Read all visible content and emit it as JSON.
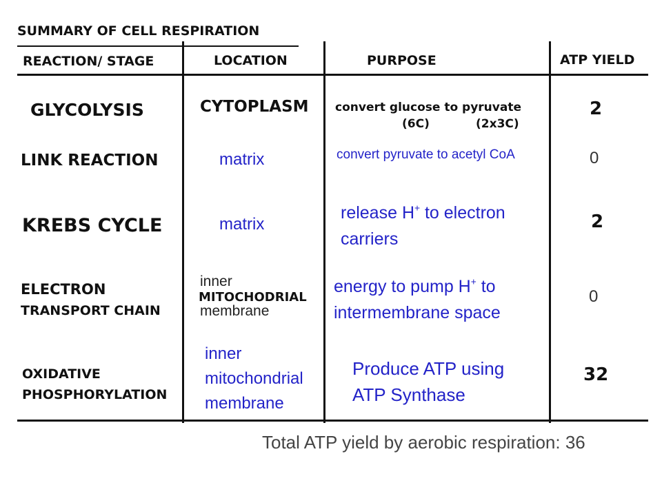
{
  "title": "SUMMARY OF CELL RESPIRATION",
  "headers": {
    "stage": "REACTION/ STAGE",
    "location": "LOCATION",
    "purpose": "PURPOSE",
    "atp": "ATP YIELD"
  },
  "rows": [
    {
      "stage": "GLYCOLYSIS",
      "location": "CYTOPLASM",
      "purpose_line1": "convert glucose to pyruvate",
      "purpose_sub1": "(6C)",
      "purpose_sub2": "(2x3C)",
      "atp": "2"
    },
    {
      "stage": "LINK REACTION",
      "location": "matrix",
      "purpose": "convert pyruvate to acetyl CoA",
      "atp": "0"
    },
    {
      "stage": "KREBS CYCLE",
      "location": "matrix",
      "purpose_pre": "release H",
      "purpose_sup": "+",
      "purpose_post": " to electron",
      "purpose_line2": "carriers",
      "atp": "2"
    },
    {
      "stage_line1": "ELECTRON",
      "stage_line2": "TRANSPORT CHAIN",
      "location_line1": "inner",
      "location_line2": "MITOCHODRIAL",
      "location_line3": "membrane",
      "purpose_pre": "energy to pump H",
      "purpose_sup": "+",
      "purpose_post": " to",
      "purpose_line2": "intermembrane space",
      "atp": "0"
    },
    {
      "stage_line1": "OXIDATIVE",
      "stage_line2": "PHOSPHORYLATION",
      "location_line1": "inner",
      "location_line2": "mitochondrial",
      "location_line3": "membrane",
      "purpose_line1": "Produce ATP using",
      "purpose_line2": "ATP Synthase",
      "atp": "32"
    }
  ],
  "total": "Total ATP yield by aerobic respiration: 36",
  "colors": {
    "ink": "#111111",
    "blue_text": "#2323c8",
    "grey_text": "#444444"
  }
}
